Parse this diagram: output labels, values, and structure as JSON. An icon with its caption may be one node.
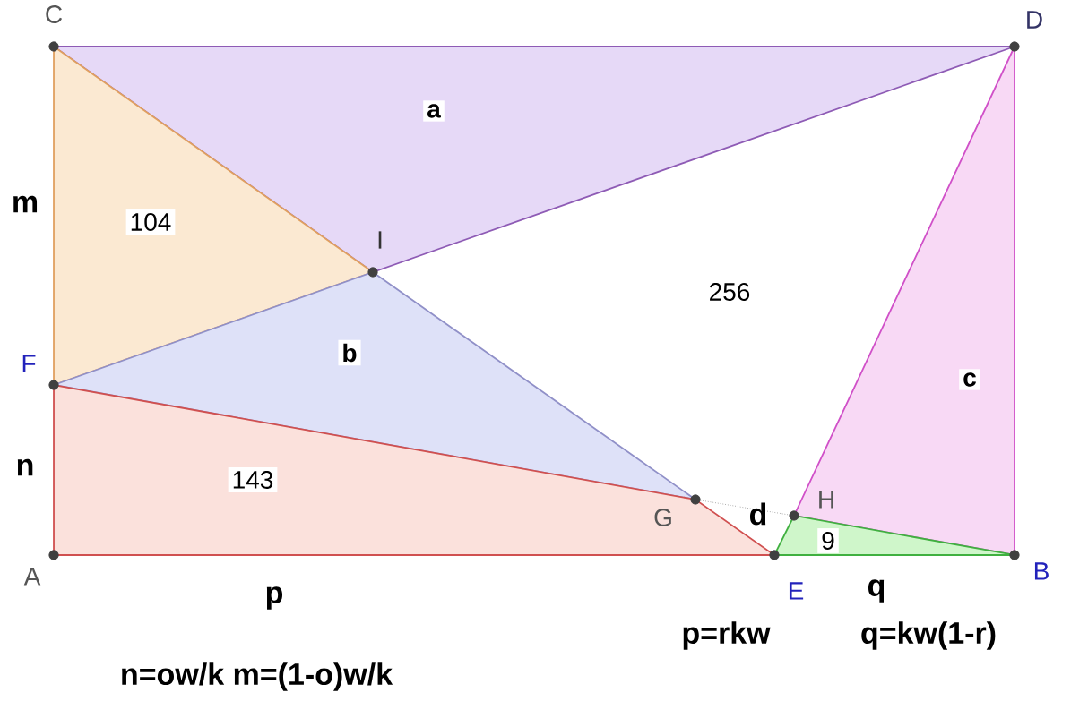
{
  "diagram": {
    "nodes": [
      {
        "text": [
          "a"
        ]
      },
      {
        "text": [
          "104"
        ]
      },
      {
        "text": [
          "256"
        ]
      },
      {
        "text": [
          "b"
        ]
      },
      {
        "text": [
          "143"
        ]
      },
      {
        "text": [
          "c"
        ]
      },
      {
        "text": [
          "9"
        ]
      }
    ],
    "labels": [
      "C",
      "D",
      "m",
      "I",
      "F",
      "n",
      "G",
      "d",
      "H",
      "A",
      "E",
      "B",
      "p",
      "q",
      "p=rkw",
      "q=kw(1-r)",
      "n=ow/k m=(1-o)w/k"
    ]
  }
}
